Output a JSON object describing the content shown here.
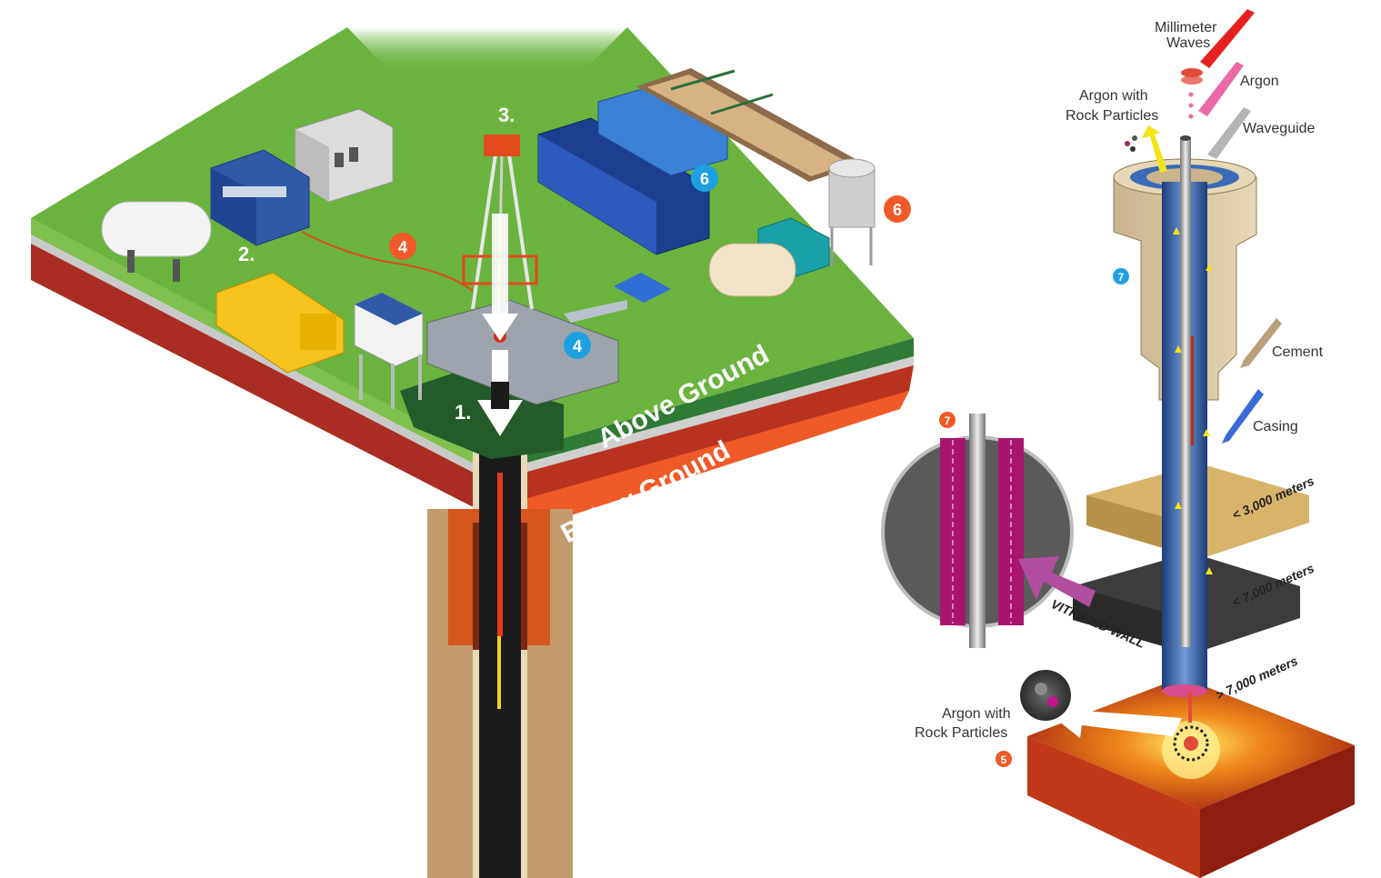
{
  "left": {
    "above_ground": "Above Ground",
    "below_ground": "Below Ground",
    "steps": {
      "s1": "1.",
      "s2": "2.",
      "s3": "3."
    },
    "badges": {
      "b4a": "4",
      "b4b": "4",
      "b6a": "6",
      "b6b": "6"
    }
  },
  "right": {
    "millimeter_waves_1": "Millimeter",
    "millimeter_waves_2": "Waves",
    "argon": "Argon",
    "argon_rock_top_1": "Argon with",
    "argon_rock_top_2": "Rock Particles",
    "waveguide": "Waveguide",
    "cement": "Cement",
    "casing": "Casing",
    "depth_1": "< 3,000 meters",
    "depth_2": "< 7,000 meters",
    "depth_3": "> 7,000 meters",
    "vitrified_wall": "VITRIFIED WALL",
    "argon_rock_bottom_1": "Argon with",
    "argon_rock_bottom_2": "Rock Particles",
    "badge7a": "7",
    "badge7b": "7",
    "badge5": "5"
  },
  "colors": {
    "grass": "#6ab33e",
    "soil": "#c29a6c",
    "badge_orange": "#f05a28",
    "badge_blue": "#1ea0e0",
    "magenta": "#c0158c"
  }
}
